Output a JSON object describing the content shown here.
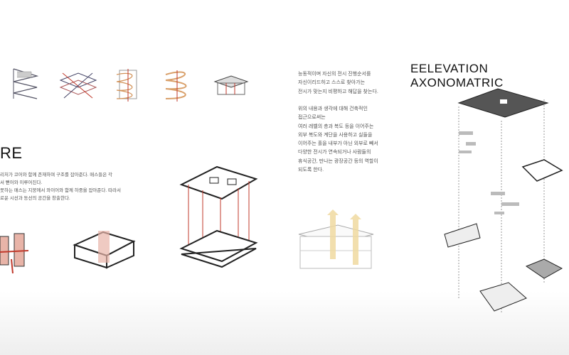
{
  "section_heading": "RE",
  "axo_heading": "EELEVATION AXONOMATRIC",
  "structure_text": [
    "리처가 코어와 함께 존재하며 구조를 잡아준다. 매스들은 각",
    "서 뻗어와 이루어진다.",
    "못하는 매스는 지붕에서 와이어와 함께 하중을 잡아준다. 따라서",
    "로운 시선과 동선의 공간을 창출한다."
  ],
  "concept_text_1": [
    "능동적이며 자신의 전시 진행순서를",
    "자신이리드하고 스스로 찾아가는",
    "전시가 맞는지 비평하고 해답을 찾는다."
  ],
  "concept_text_2": [
    "위의 내용과 생각에 대해 건축적인",
    "접근으로써는",
    "여러 레벨의 층과 복도 등을 이어주는",
    "외부 복도와 계단을 사용하고 실들을",
    "이어주는 홀을 내부가 아닌 외부로 빼서",
    "다양한 전시가 연속되거나 사람들의",
    "휴식공간, 만나는 광장공간 등의 역할이",
    "되도록 한다."
  ],
  "colors": {
    "accent_red": "#c0392b",
    "accent_pink": "#e8b4a8",
    "arrow_yellow": "#f0d9a0",
    "line": "#222222"
  }
}
